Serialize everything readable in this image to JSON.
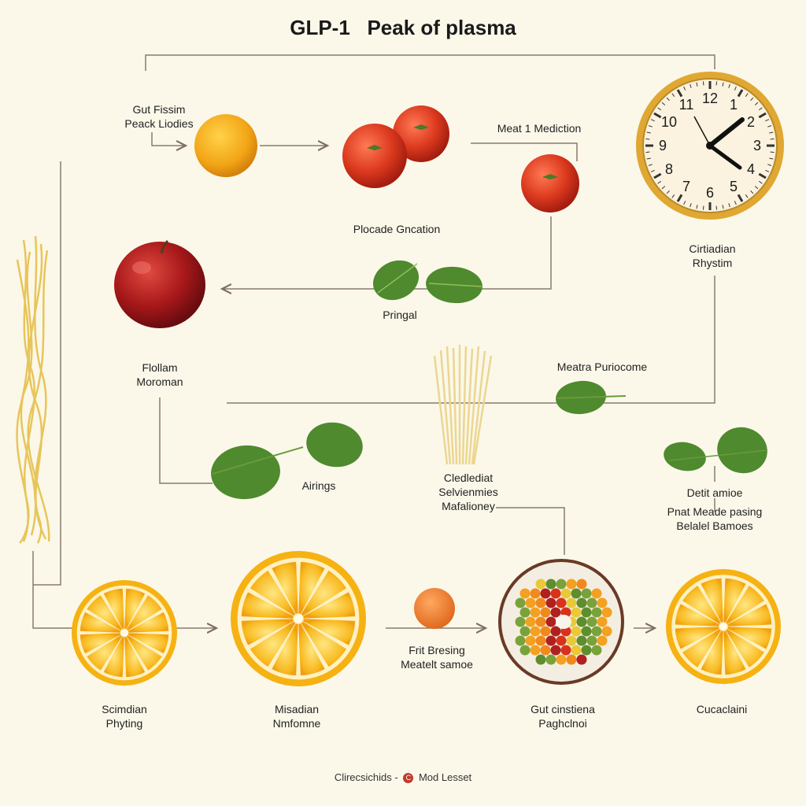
{
  "title": "GLP-1   Peak of plasma",
  "labels": {
    "gut_fissim_line1": "Gut Fissim",
    "gut_fissim_line2": "Peack Liodies",
    "meat_medication": "Meat 1 Mediction",
    "circadian_line1": "Cirtiadian",
    "circadian_line2": "Rhystim",
    "plocade": "Plocade Gncation",
    "pringal": "Pringal",
    "flollam_line1": "Flollam",
    "flollam_line2": "Moroman",
    "meatra": "Meatra Puriocome",
    "airings": "Airings",
    "cled_line1": "Cledlediat",
    "cled_line2": "Selvienmies",
    "cled_line3": "Mafalioney",
    "detit_line1": "Detit amioe",
    "detit_line2": "Pnat Meade pasing",
    "detit_line3": "Belalel Bamoes",
    "frit_line1": "Frit Bresing",
    "frit_line2": "Meatelt samoe",
    "scimdian_line1": "Scimdian",
    "scimdian_line2": "Phyting",
    "misadian_line1": "Misadian",
    "misadian_line2": "Nmfomne",
    "gut_line1": "Gut cinstiena",
    "gut_line2": "Paghclnoi",
    "cucaclaini": "Cucaclaini"
  },
  "clock": {
    "numbers": [
      "12",
      "1",
      "2",
      "3",
      "4",
      "5",
      "6",
      "7",
      "8",
      "9",
      "10",
      "11"
    ]
  },
  "footer": {
    "left": "Clirecsichids -",
    "badge": "C",
    "right": "Mod Lesset"
  },
  "colors": {
    "background": "#fbf8ea",
    "line": "#8a7b6a",
    "orange": "#f2a516",
    "tomato": "#d8321c",
    "apple": "#a8181a",
    "leaf": "#4f8a2e",
    "noodle": "#e8c55a",
    "clock_rim": "#d9a531"
  }
}
